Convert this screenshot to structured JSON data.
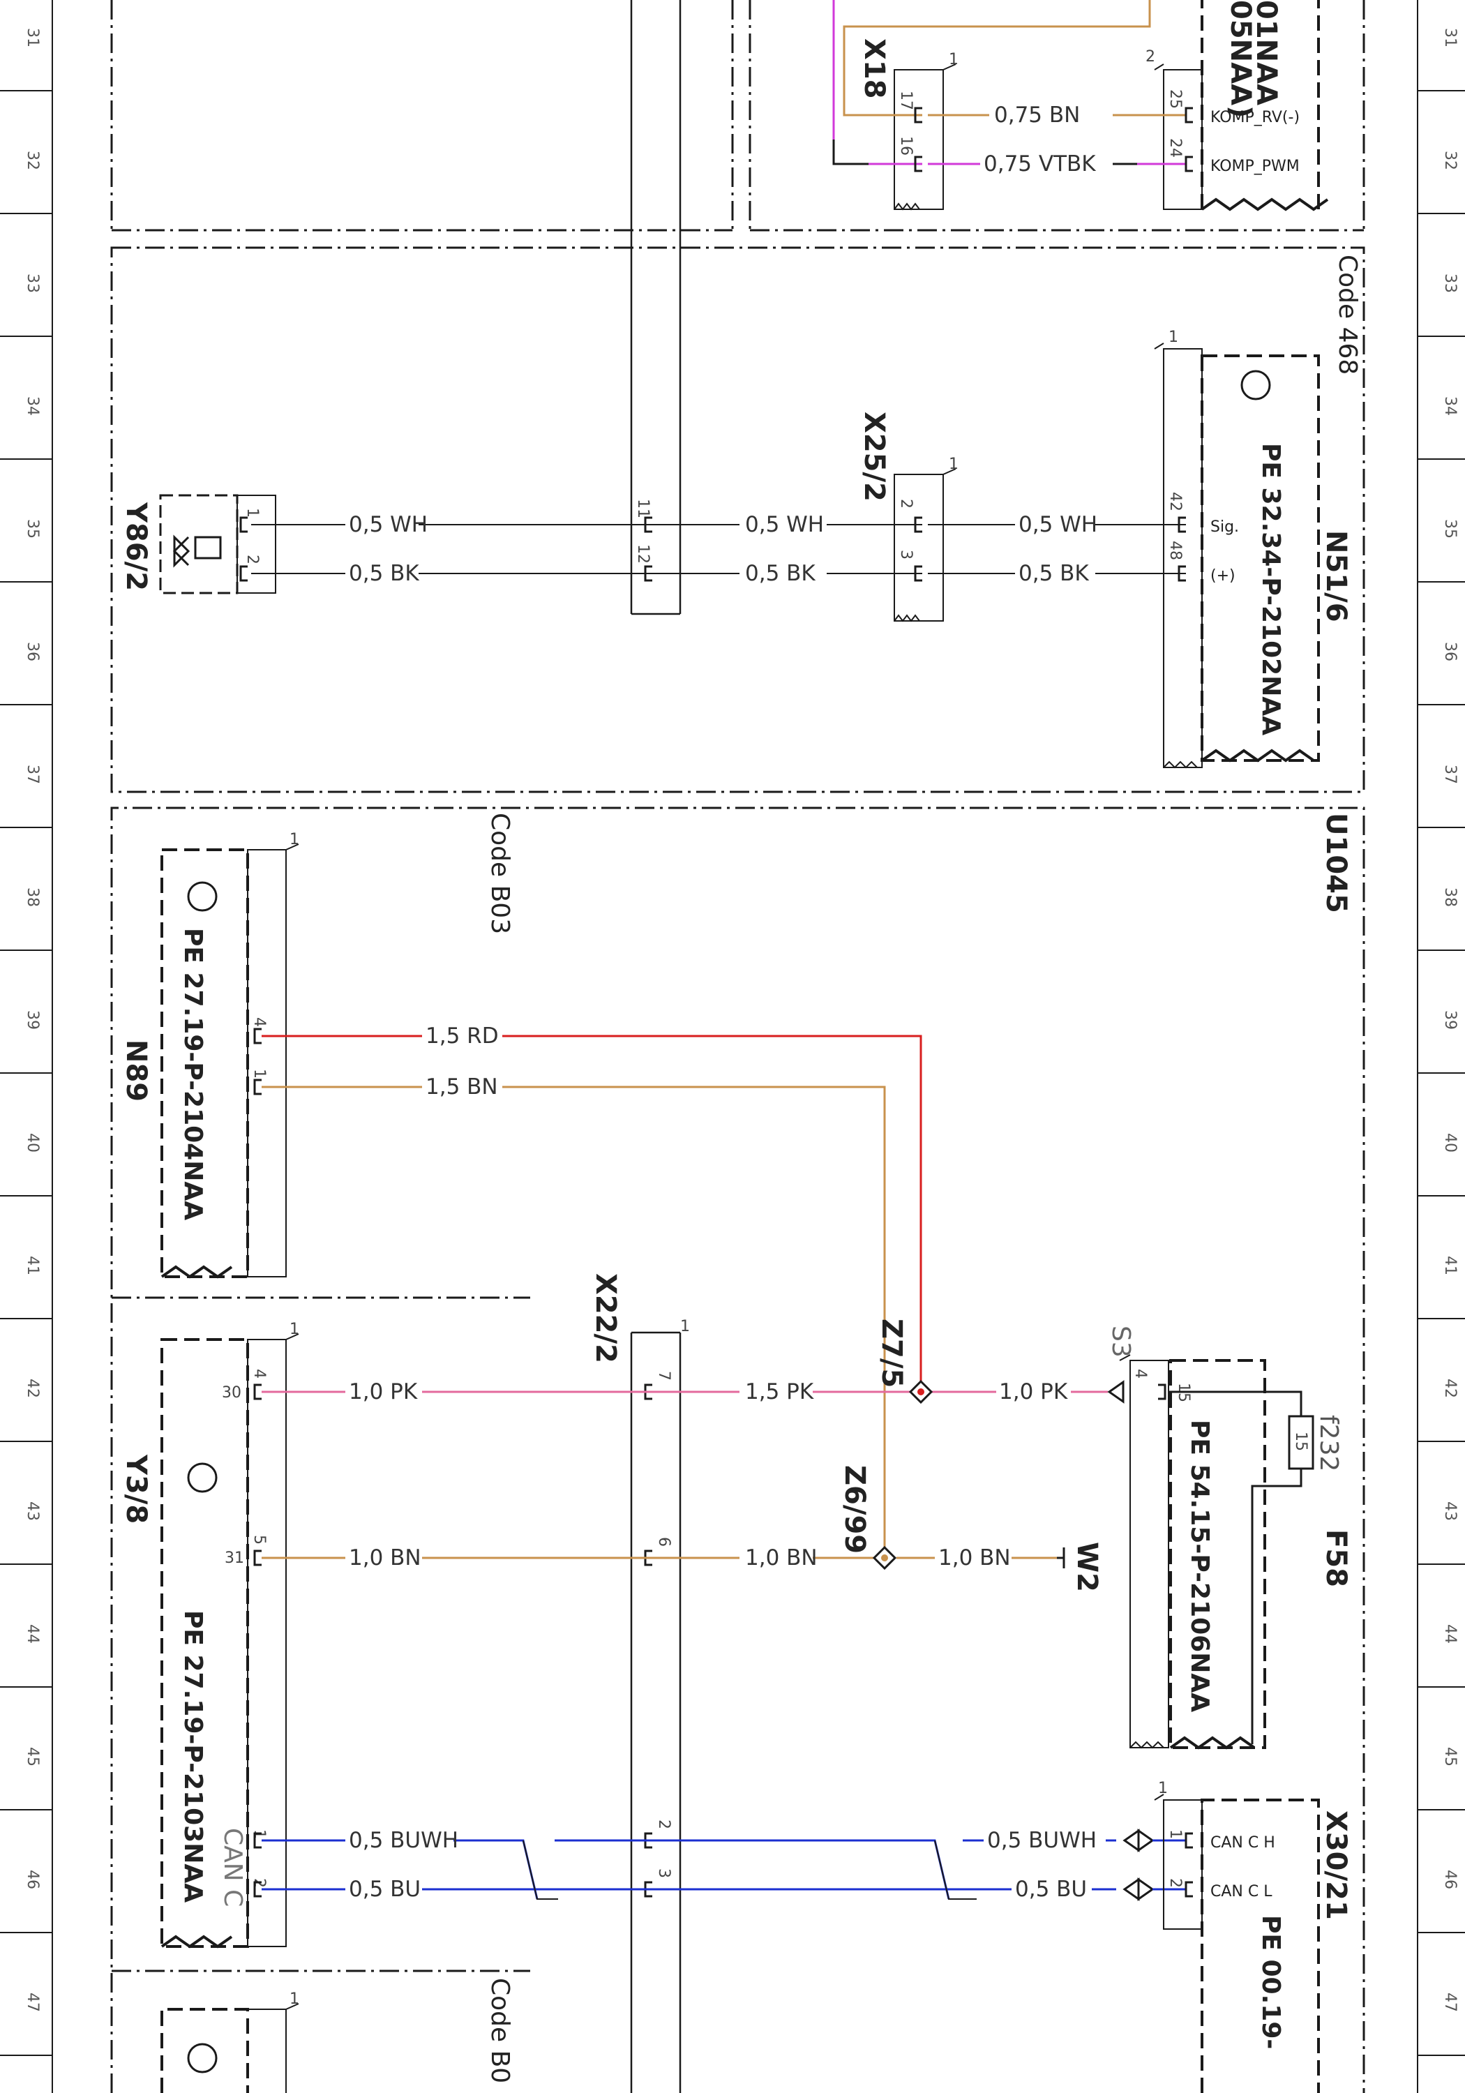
{
  "grid_numbers": [
    "31",
    "32",
    "33",
    "34",
    "35",
    "36",
    "37",
    "38",
    "39",
    "40",
    "41",
    "42",
    "43",
    "44",
    "45",
    "46",
    "47"
  ],
  "colors": {
    "black": "#1a1a1a",
    "orange": "#c8924d",
    "magenta": "#d23ad9",
    "red": "#d81e1e",
    "pink": "#e36a9d",
    "brown": "#c8924d",
    "blue": "#1b2fd0"
  },
  "top_section": {
    "module_partial_1": "01NAA",
    "module_partial_2": "05NAA)",
    "connector_label": "X18",
    "pins": [
      "17",
      "16"
    ],
    "pin_one": "1",
    "pin_two": "2",
    "module_pins": [
      "25",
      "24"
    ],
    "wires": [
      {
        "label": "0,75 BN",
        "color": "orange"
      },
      {
        "label": "0,75 VTBK",
        "color": "magenta"
      }
    ],
    "signals": [
      "KOMP_RV(-)",
      "KOMP_PWM"
    ]
  },
  "section_468": {
    "code_label": "Code 468",
    "component": "N51/6",
    "pe": "PE 32.34-P-2102NAA",
    "valve": "Y86/2",
    "connector": "X25/2",
    "pin_one": "1",
    "valve_pins": [
      "1",
      "2"
    ],
    "sep_pins": [
      "11",
      "12"
    ],
    "conn_pins": [
      "2",
      "3"
    ],
    "module_pins": [
      "42",
      "48"
    ],
    "signals": [
      "Sig.",
      "(+)"
    ],
    "wires_a": [
      "0,5 WH",
      "0,5 BK"
    ],
    "wires_b": [
      "0,5 WH",
      "0,5 BK"
    ],
    "wires_c": [
      "0,5 WH",
      "0,5 BK"
    ]
  },
  "section_b03": {
    "code_label": "Code B03",
    "group": "U1045",
    "component": "N89",
    "pe": "PE 27.19-P-2104NAA",
    "pin_one": "1",
    "pins": [
      "4",
      "1"
    ],
    "wires": [
      {
        "label": "1,5 RD",
        "color": "red"
      },
      {
        "label": "1,5 BN",
        "color": "brown"
      }
    ]
  },
  "section_y38": {
    "component": "Y3/8",
    "pe": "PE 27.19-P-2103NAA",
    "pin_one": "1",
    "pins_outer": [
      "30",
      "31"
    ],
    "pins_inner": [
      "4",
      "5"
    ],
    "can_label": "CAN C",
    "can_pins": [
      "1",
      "2"
    ],
    "connector": "X22/2",
    "connector_pins": [
      "7",
      "6",
      "2",
      "3"
    ],
    "splices": [
      "Z7/5",
      "Z6/99"
    ],
    "ground": "W2",
    "fuse_box": "F58",
    "fuse": "f232",
    "fuse_rating": "15",
    "fuse_box_pe": "PE 54.15-P-2106NAA",
    "fuse_pins": [
      "4",
      "15"
    ],
    "s_label": "S3",
    "wires_pk": [
      "1,0 PK",
      "1,5 PK",
      "1,0 PK"
    ],
    "wires_bn": [
      "1,0 BN",
      "1,0 BN",
      "1,0 BN"
    ],
    "wires_can": [
      "0,5 BUWH",
      "0,5 BU",
      "0,5 BUWH",
      "0,5 BU"
    ],
    "can_connector": "X30/21",
    "can_connector_pe": "PE 00.19-",
    "can_connector_pins": [
      "1",
      "2"
    ],
    "can_signals": [
      "CAN C H",
      "CAN C L"
    ]
  },
  "section_bottom": {
    "code_label": "Code B0",
    "pin_one": "1"
  }
}
